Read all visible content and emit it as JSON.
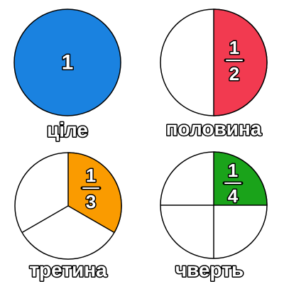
{
  "colors": {
    "whole": "#1a82e0",
    "half": "#f23a50",
    "third": "#fa9b00",
    "quarter": "#1aa31a",
    "empty": "#ffffff",
    "outline": "#000000"
  },
  "items": [
    {
      "caption": "ціле",
      "numerator": "1",
      "denominator": "",
      "sectors": 1,
      "shaded_fraction": 1
    },
    {
      "caption": "половина",
      "numerator": "1",
      "denominator": "2",
      "sectors": 2,
      "shaded_fraction": 0.5
    },
    {
      "caption": "третина",
      "numerator": "1",
      "denominator": "3",
      "sectors": 3,
      "shaded_fraction": 0.3333
    },
    {
      "caption": "чверть",
      "numerator": "1",
      "denominator": "4",
      "sectors": 4,
      "shaded_fraction": 0.25
    }
  ]
}
